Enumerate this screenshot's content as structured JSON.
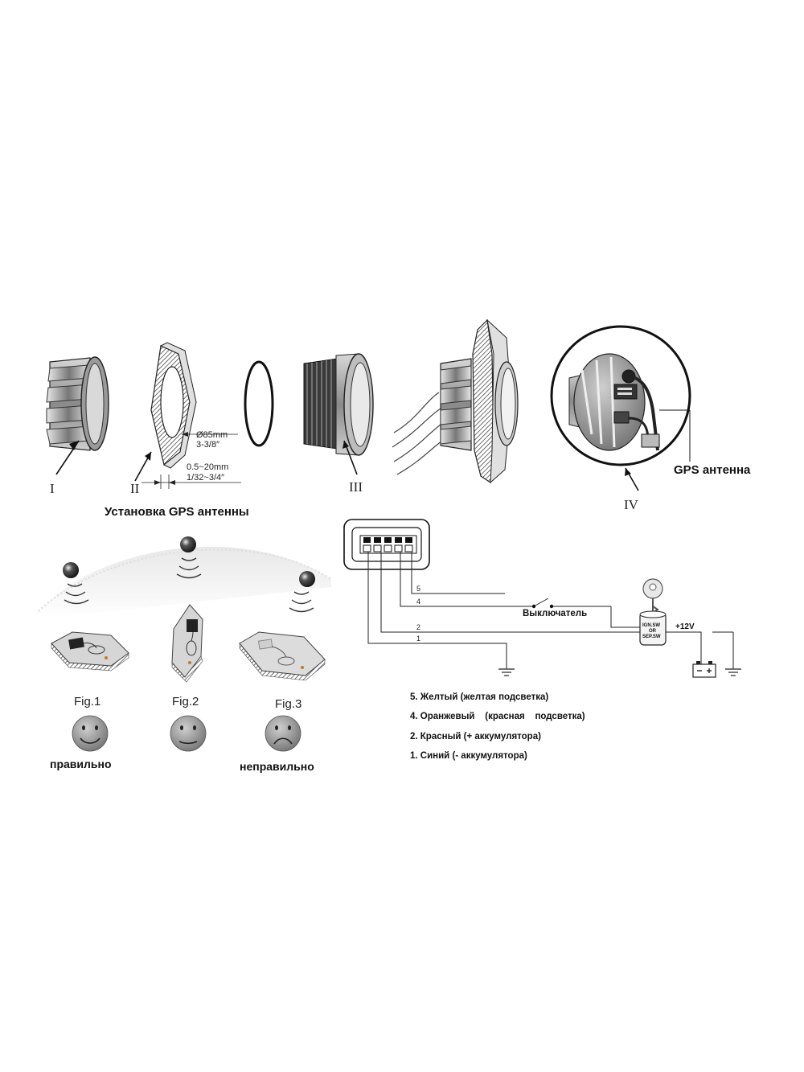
{
  "parts": {
    "part1_label": "I",
    "part2_label": "II",
    "part3_label": "III",
    "part4_label": "IV",
    "hole_diameter": "Ø85mm",
    "hole_diameter_in": "3-3/8″",
    "panel_thickness": "0.5~20mm",
    "panel_thickness_in": "1/32~3/4″",
    "gps_antenna_label": "GPS антенна"
  },
  "gps_install": {
    "title": "Установка GPS антенны",
    "figures": [
      {
        "label": "Fig.1",
        "mood": "smile"
      },
      {
        "label": "Fig.2",
        "mood": "neutral"
      },
      {
        "label": "Fig.3",
        "mood": "frown"
      }
    ],
    "correct_label": "правильно",
    "incorrect_label": "неправильно"
  },
  "wiring": {
    "wire_numbers": [
      "5",
      "4",
      "2",
      "1"
    ],
    "switch_label": "Выключатель",
    "ignition_top": "IGN.SW",
    "ignition_mid": "OR",
    "ignition_bot": "SEP.SW",
    "supply_label": "+12V",
    "legend": [
      "5. Желтый (желтая подсветка)",
      "4. Оранжевый    (красная    подсветка)",
      "2. Красный (+ аккумулятора)",
      "1. Синий (- аккумулятора)"
    ]
  }
}
